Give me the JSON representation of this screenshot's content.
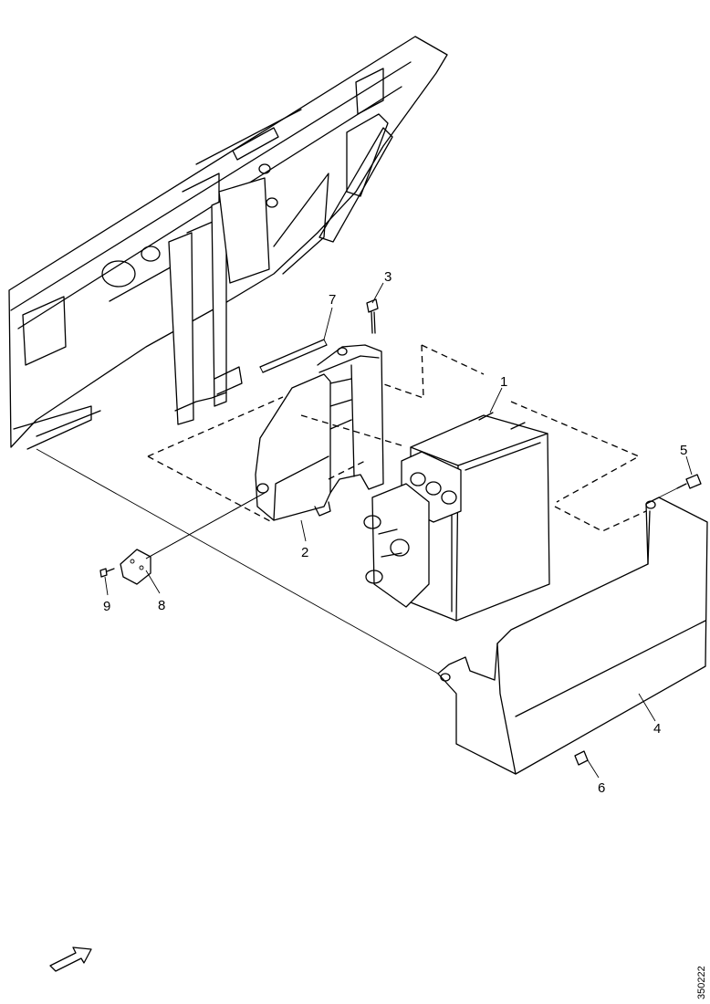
{
  "diagram": {
    "callouts": {
      "c1": "1",
      "c2": "2",
      "c3": "3",
      "c4": "4",
      "c5": "5",
      "c6": "6",
      "c7": "7",
      "c8": "8",
      "c9": "9"
    },
    "document_number": "350222",
    "direction_icon": "forward-arrow-icon"
  }
}
